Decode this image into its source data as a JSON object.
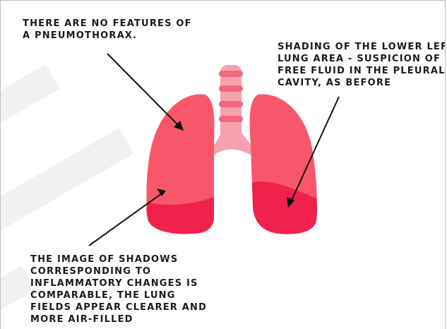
{
  "annotations": {
    "no_pneumothorax": {
      "lines": [
        "THERE ARE NO FEATURES OF",
        "A PNEUMOTHORAX."
      ]
    },
    "lower_left_shading": {
      "lines": [
        "SHADING OF THE LOWER LEFT",
        "LUNG AREA - SUSPICION OF",
        "FREE FLUID IN THE PLEURAL",
        "CAVITY, AS BEFORE"
      ]
    },
    "inflammatory_changes": {
      "lines": [
        "THE IMAGE OF SHADOWS",
        "CORRESPONDING TO",
        "INFLAMMATORY CHANGES IS",
        "COMPARABLE, THE LUNG",
        "FIELDS APPEAR CLEARER AND",
        "MORE AIR-FILLED"
      ]
    }
  },
  "colors": {
    "lung": "#f8576b",
    "lung_dark": "#f0214a",
    "trachea": "#f7a1ae",
    "trachea_ring": "#f2687e",
    "arrow": "#111111",
    "watermark": "#f1f1f1"
  }
}
